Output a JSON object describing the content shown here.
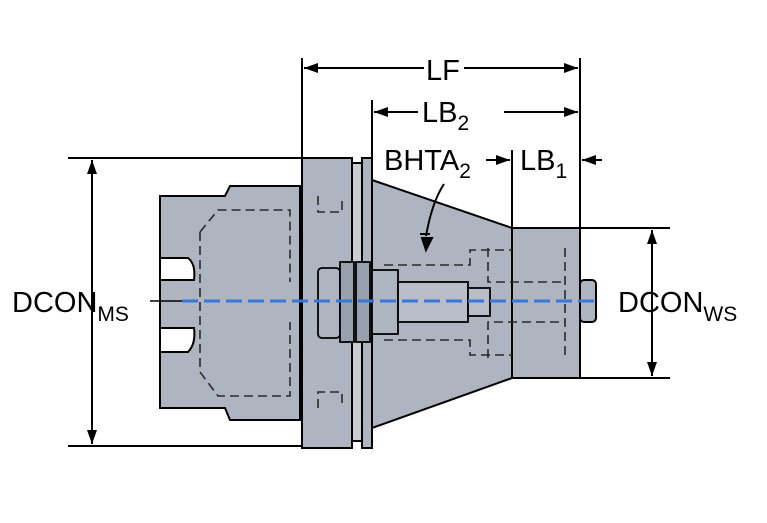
{
  "labels": {
    "lf": "LF",
    "lb2": {
      "base": "LB",
      "sub": "2"
    },
    "lb1": {
      "base": "LB",
      "sub": "1"
    },
    "bhta2": {
      "base": "BHTA",
      "sub": "2"
    },
    "dcon_ms": {
      "base": "DCON",
      "sub": "MS"
    },
    "dcon_ws": {
      "base": "DCON",
      "sub": "WS"
    }
  },
  "colors": {
    "body": "#aeb4c0",
    "outline": "#000000",
    "hidden_line": "#2a2a2a",
    "axis": "#3a78d8"
  }
}
